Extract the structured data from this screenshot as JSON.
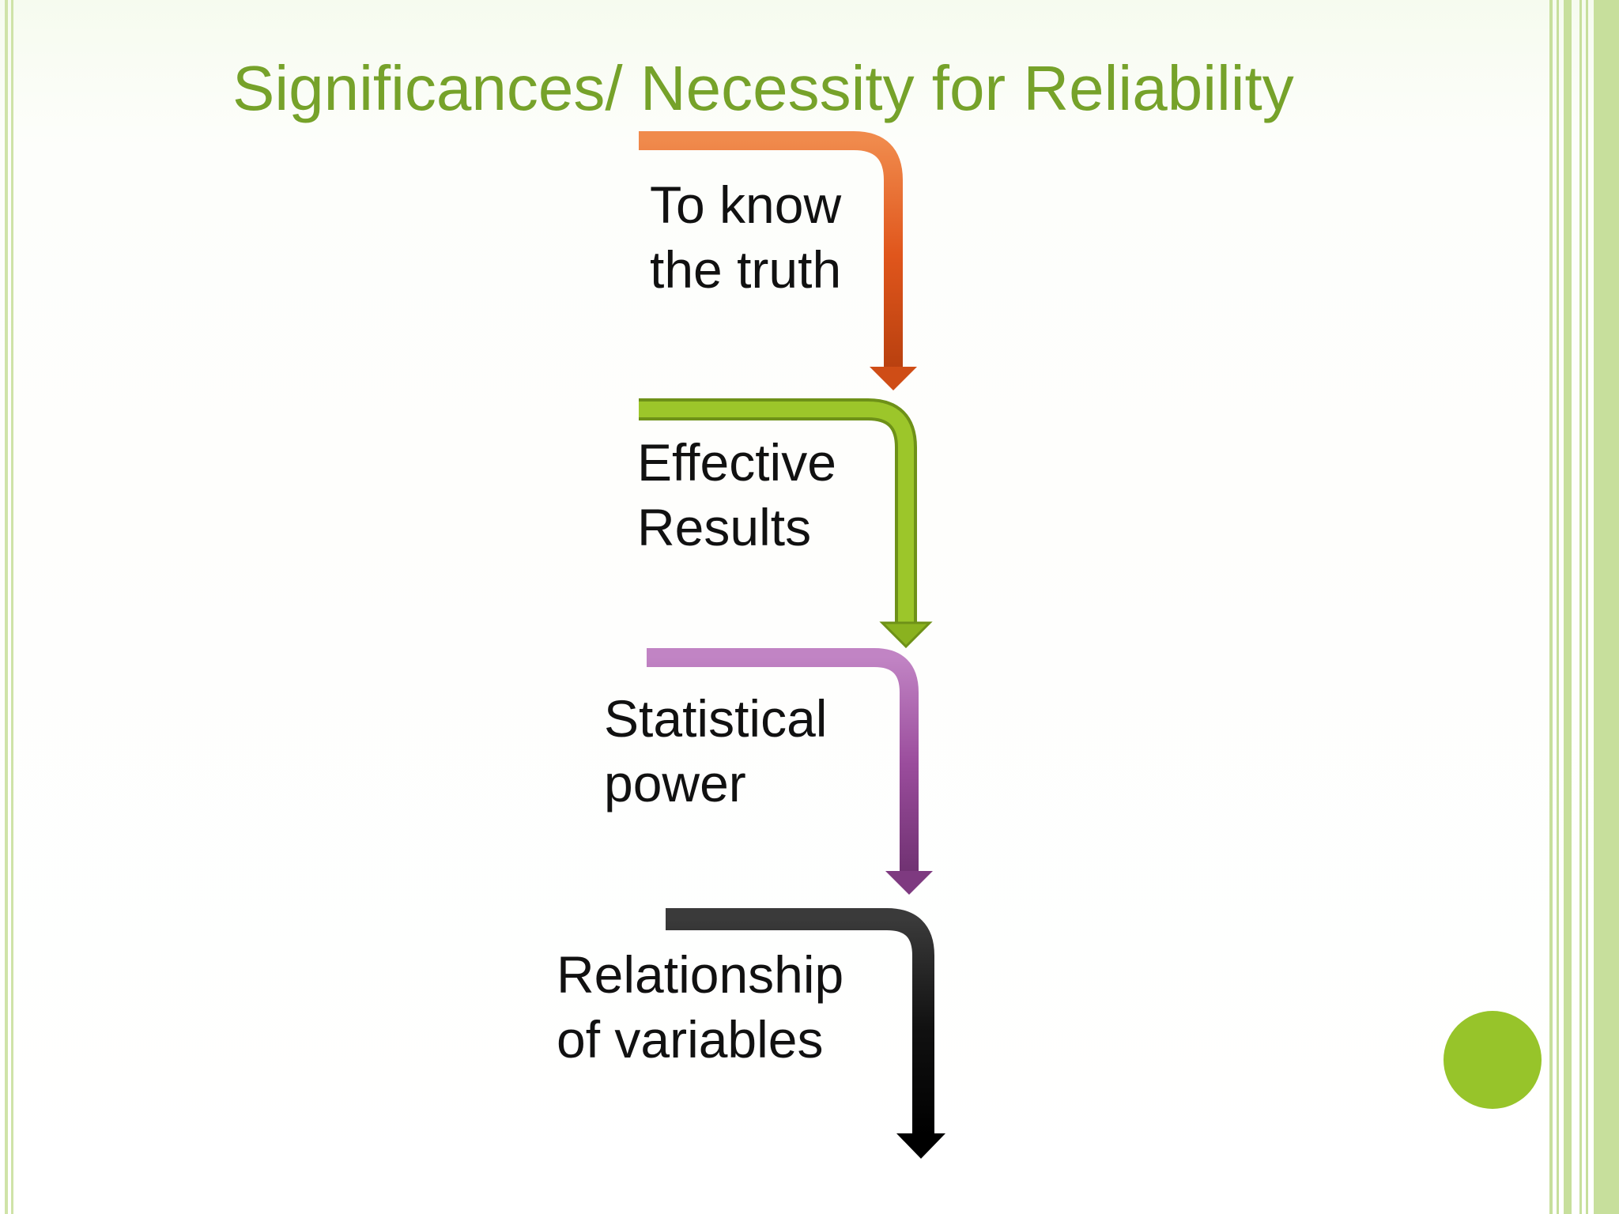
{
  "slide": {
    "title": "Significances/ Necessity for Reliability"
  },
  "steps": [
    {
      "line1": "To know",
      "line2": "the truth",
      "color": "#d9541a"
    },
    {
      "line1": "Effective",
      "line2": "Results",
      "color": "#8ab21f"
    },
    {
      "line1": "Statistical",
      "line2": "power",
      "color": "#9a4c9c"
    },
    {
      "line1": "Relationship",
      "line2": "of variables",
      "color": "#111111"
    }
  ],
  "decor": {
    "accent_green": "#76a22a",
    "dot_color": "#97c42a",
    "border_color": "#c7df9c"
  }
}
